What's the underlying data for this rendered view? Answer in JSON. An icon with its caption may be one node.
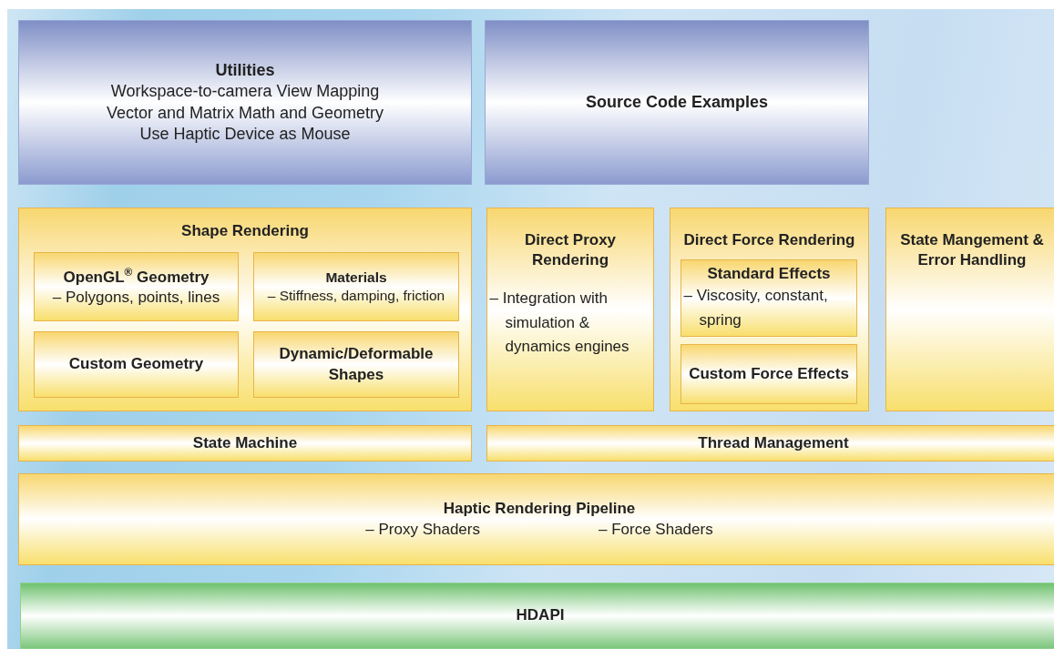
{
  "diagram": {
    "nodes": [
      {
        "text": [
          "Utilities",
          "Workspace-to-camera View Mapping",
          "Vector and Matrix Math and Geometry",
          "Use Haptic Device as Mouse"
        ]
      },
      {
        "text": [
          "Source Code Examples"
        ]
      },
      {
        "text": [
          "Shape Rendering"
        ]
      },
      {
        "text": [
          "OpenGL$^{®}$ Geometry",
          "– Polygons, points, lines"
        ],
        "in": 2
      },
      {
        "text": [
          "Materials",
          "– Stiffness, damping, friction"
        ],
        "in": 2
      },
      {
        "text": [
          "Custom Geometry"
        ],
        "in": 2
      },
      {
        "text": [
          "Dynamic/Deformable Shapes"
        ],
        "in": 2
      },
      {
        "text": [
          "Direct Proxy Rendering",
          "– Integration with simulation & dynamics engines"
        ]
      },
      {
        "text": [
          "Direct Force Rendering"
        ]
      },
      {
        "text": [
          "Standard Effects",
          "– Viscosity, constant, spring"
        ],
        "in": 8
      },
      {
        "text": [
          "Custom Force Effects"
        ],
        "in": 8
      },
      {
        "text": [
          "State Mangement & Error Handling"
        ]
      },
      {
        "text": [
          "State Machine"
        ]
      },
      {
        "text": [
          "Thread Management"
        ]
      },
      {
        "text": [
          "Haptic Rendering Pipeline",
          "– Proxy Shaders",
          "– Force Shaders"
        ]
      },
      {
        "text": [
          "HDAPI"
        ]
      }
    ]
  }
}
